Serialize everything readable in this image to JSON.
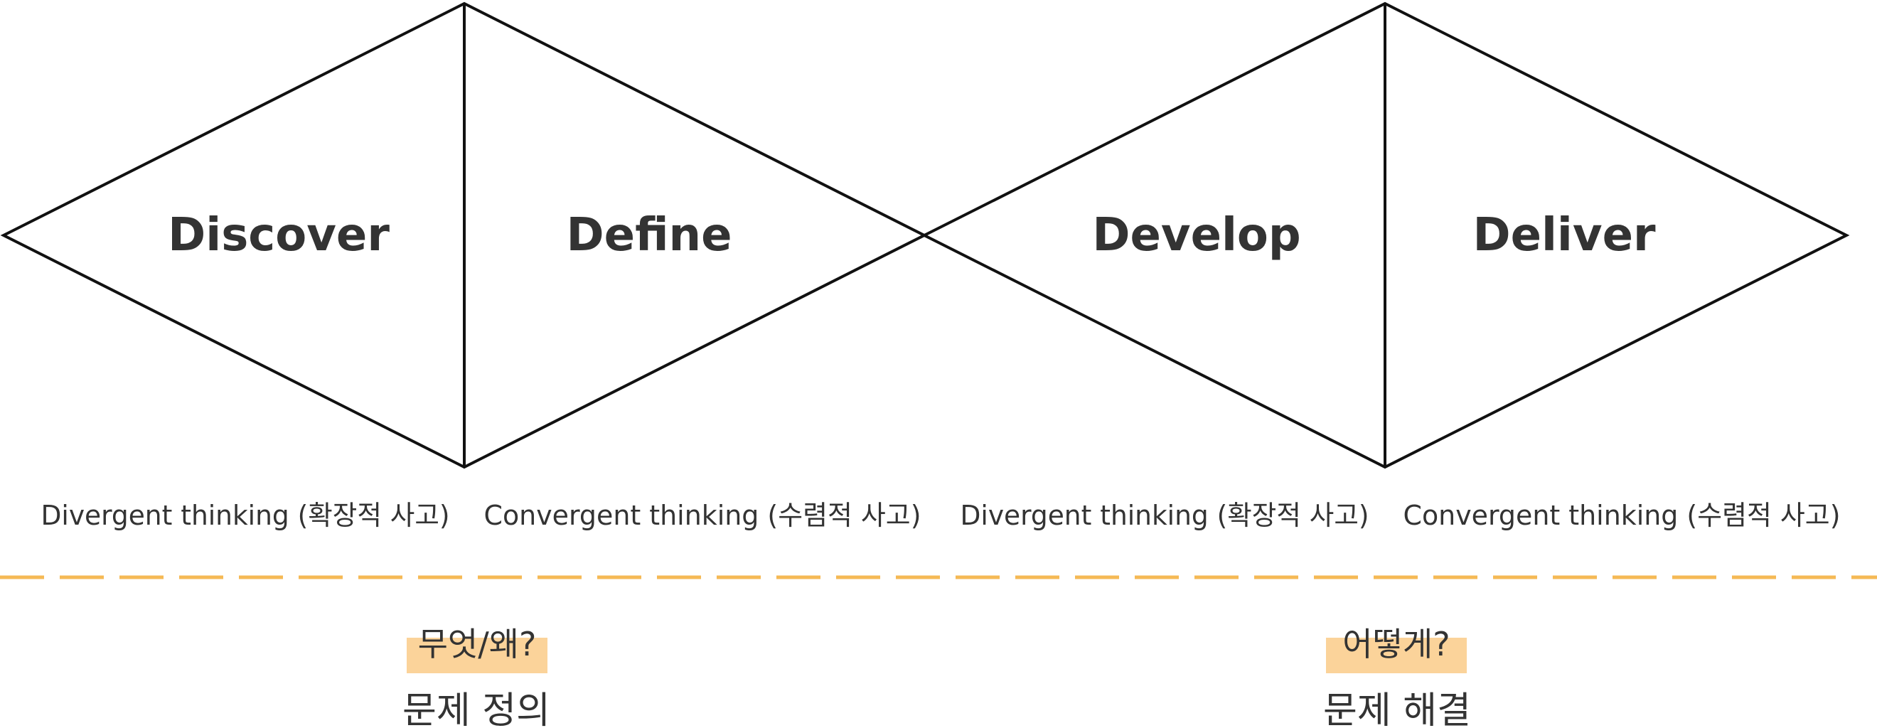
{
  "colors": {
    "stroke": "#111111",
    "text": "#333333",
    "divider": "#F5B955",
    "highlight": "#FBD39A"
  },
  "stages": [
    {
      "title": "Discover",
      "thinking": "Divergent thinking (확장적 사고)"
    },
    {
      "title": "Define",
      "thinking": "Convergent thinking (수렴적 사고)"
    },
    {
      "title": "Develop",
      "thinking": "Divergent thinking (확장적 사고)"
    },
    {
      "title": "Deliver",
      "thinking": "Convergent thinking (수렴적 사고)"
    }
  ],
  "bottom": [
    {
      "question": "무엇/왜?",
      "goal": "문제 정의"
    },
    {
      "question": "어떻게?",
      "goal": "문제 해결"
    }
  ]
}
